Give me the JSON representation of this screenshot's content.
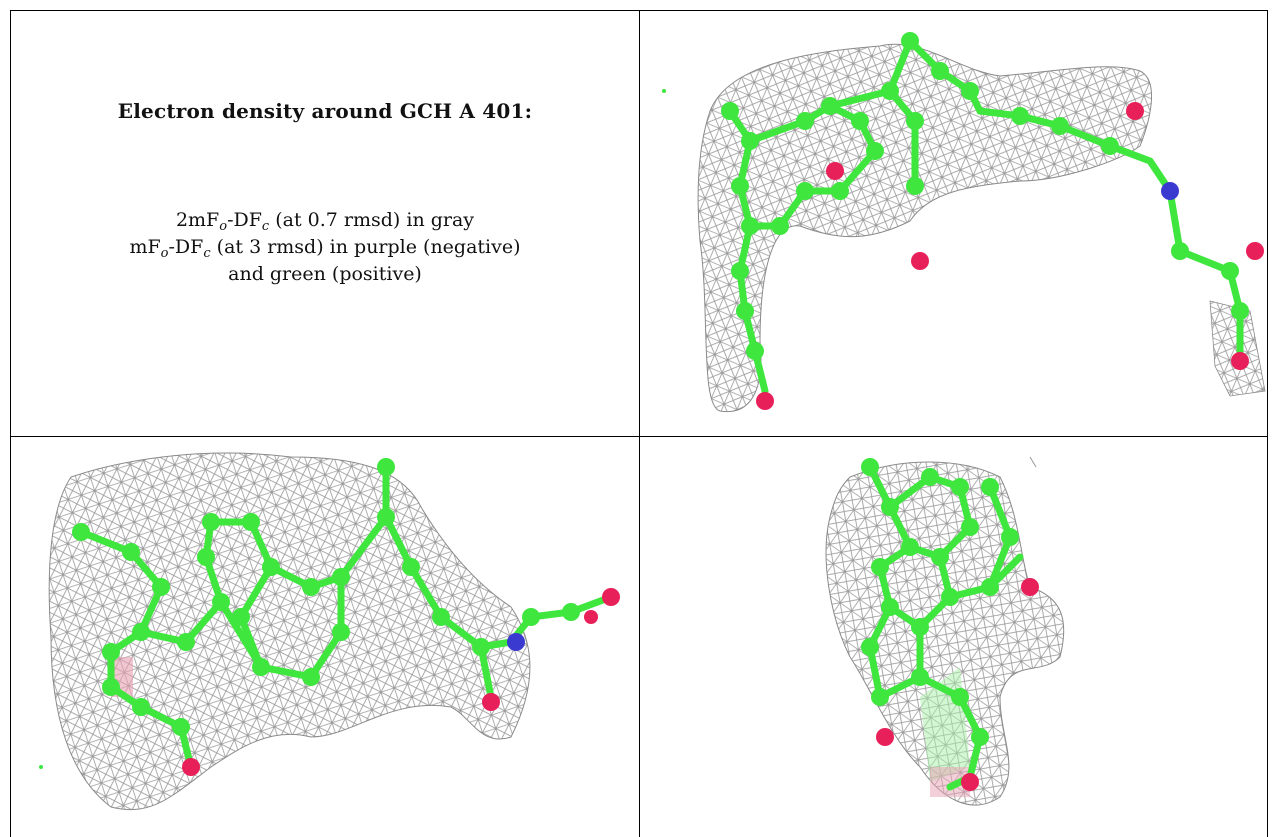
{
  "description": {
    "title": "Electron density around GCH A 401:",
    "line1": {
      "a": "2mF",
      "b": "o",
      "c": "-DF",
      "d": "c",
      "e": " (at 0.7 rmsd) in gray"
    },
    "line2": {
      "a": "mF",
      "b": "o",
      "c": "-DF",
      "d": "c",
      "e": " (at 3 rmsd) in purple (negative)"
    },
    "line3": "and green (positive)"
  },
  "colors": {
    "mesh": "#9a9a9a",
    "carbon": "#3ee63e",
    "oxygen": "#e8205a",
    "nitrogen": "#3a3ad0",
    "negative_blob": "#e7a0b3",
    "positive_blob": "#a8f0a8"
  }
}
